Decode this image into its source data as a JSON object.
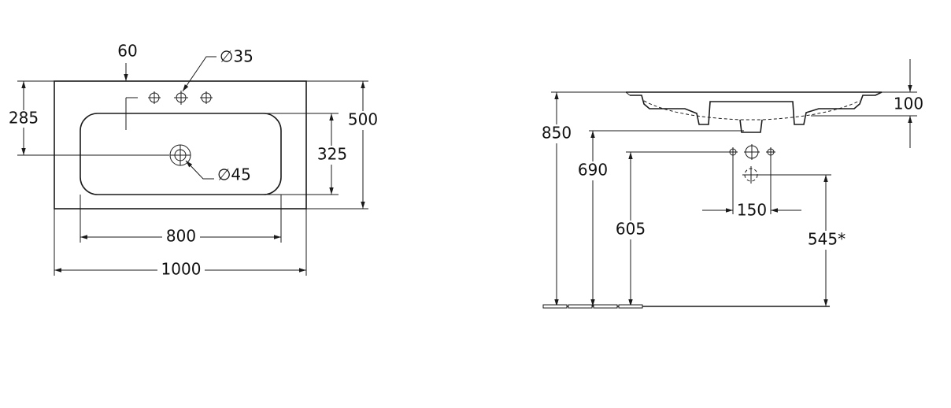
{
  "top_view": {
    "dimensions": {
      "hole_offset": "60",
      "tap_hole_diameter": "∅35",
      "depth_to_waste": "285",
      "overall_depth": "500",
      "bowl_depth": "325",
      "waste_diameter": "∅45",
      "bowl_width": "800",
      "overall_width": "1000"
    }
  },
  "side_view": {
    "dimensions": {
      "rim_height": "850",
      "bowl_bottom_height": "690",
      "supply_height": "605",
      "waste_height": "545*",
      "supply_spacing": "150",
      "rim_thickness": "100"
    }
  }
}
